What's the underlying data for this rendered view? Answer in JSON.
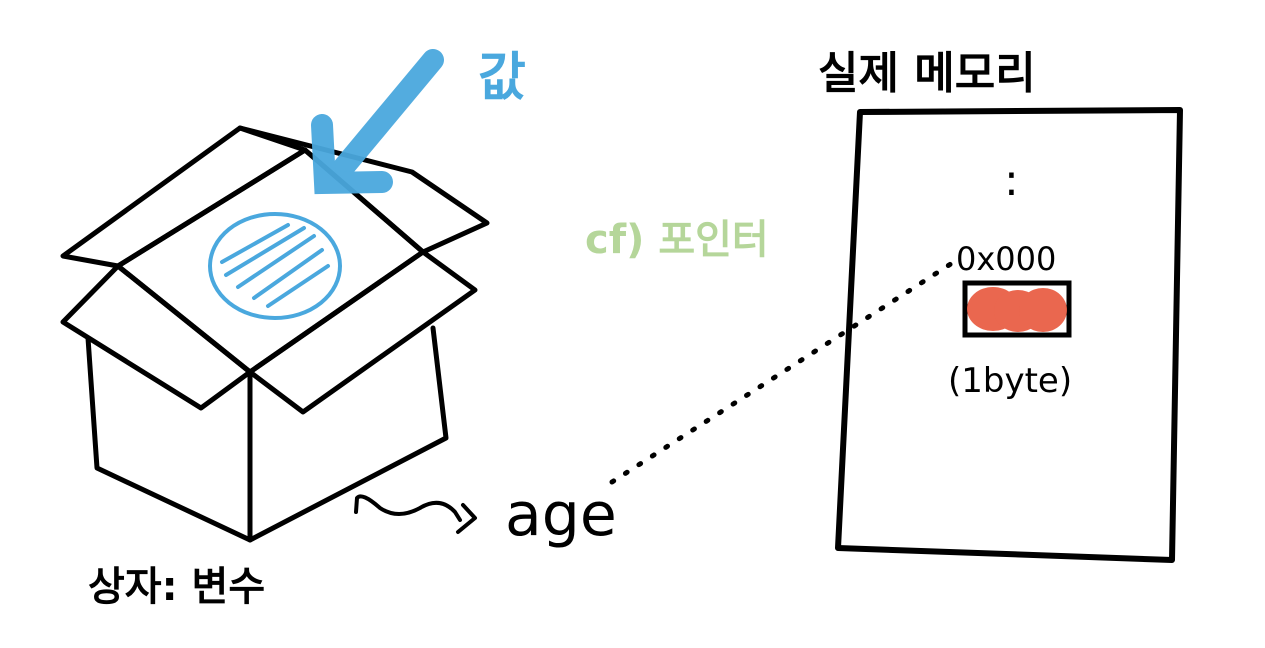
{
  "labels": {
    "value": "값",
    "pointer_note": "cf) 포인터",
    "box_caption": "상자: 변수",
    "variable_name": "age",
    "memory_title": "실제 메모리",
    "address": "0x000",
    "cell_size": "(1byte)",
    "ellipsis": ":"
  },
  "colors": {
    "ink": "#000000",
    "value_blue": "#4aa8de",
    "note_green": "#b5d69a",
    "cell_red": "#e8573c"
  }
}
